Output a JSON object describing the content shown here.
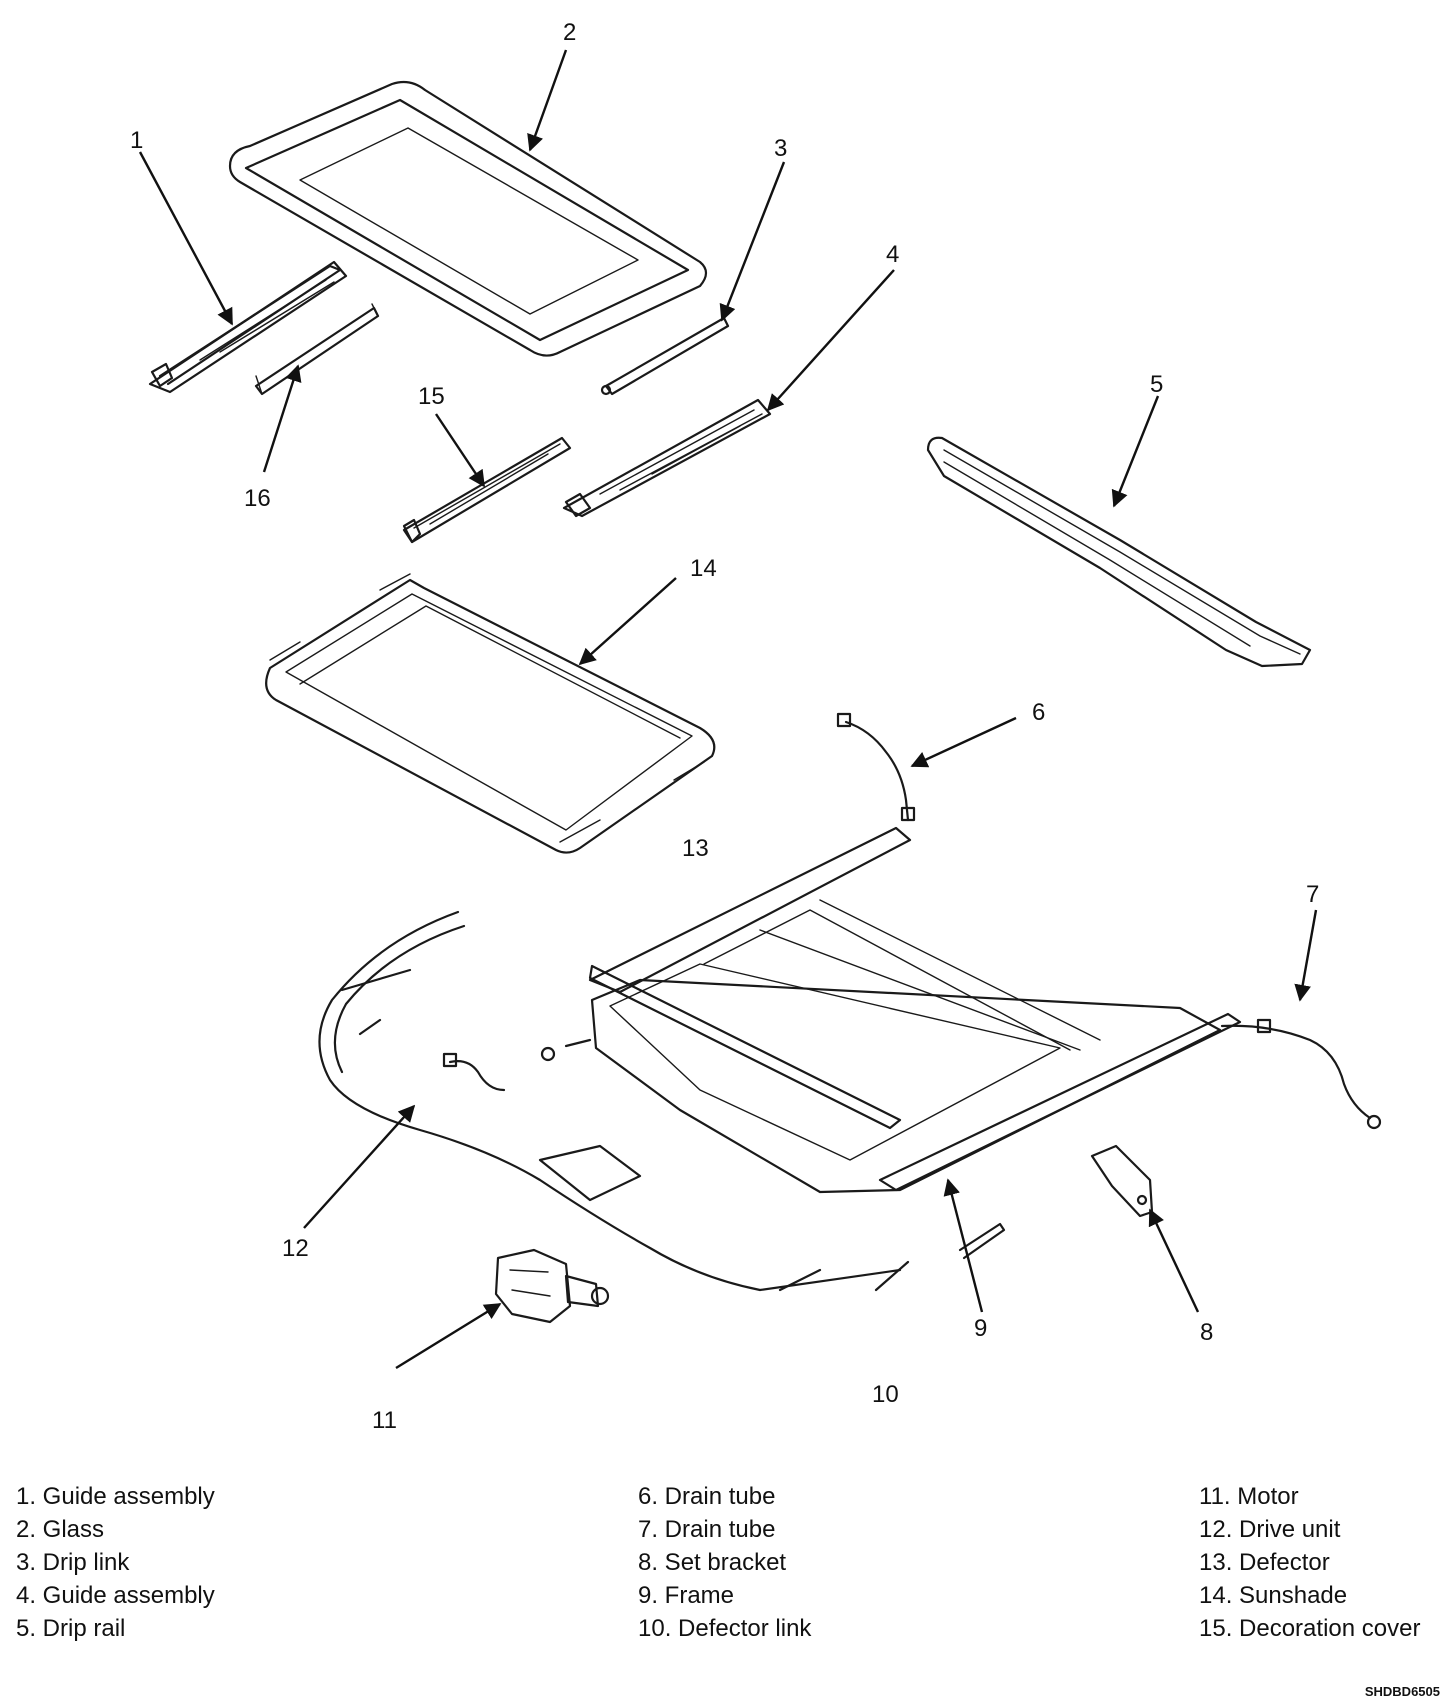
{
  "callouts": {
    "c1": "1",
    "c2": "2",
    "c3": "3",
    "c4": "4",
    "c5": "5",
    "c6": "6",
    "c7": "7",
    "c8": "8",
    "c9": "9",
    "c10": "10",
    "c11": "11",
    "c12": "12",
    "c13": "13",
    "c14": "14",
    "c15": "15",
    "c16": "16"
  },
  "legend": {
    "col1": [
      "1. Guide assembly",
      "2. Glass",
      "3. Drip link",
      "4. Guide assembly",
      "5. Drip rail"
    ],
    "col2": [
      "6. Drain tube",
      "7. Drain tube",
      "8. Set bracket",
      "9. Frame",
      "10. Defector link"
    ],
    "col3": [
      "11. Motor",
      "12. Drive unit",
      "13. Defector",
      "14. Sunshade",
      "15. Decoration cover"
    ]
  },
  "figure_code": "SHDBD6505"
}
